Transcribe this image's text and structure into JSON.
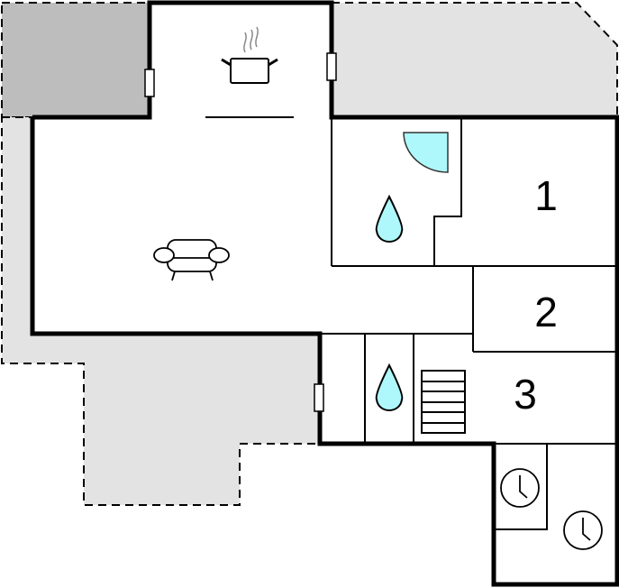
{
  "floorplan": {
    "rooms": [
      {
        "label": "1"
      },
      {
        "label": "2"
      },
      {
        "label": "3"
      }
    ],
    "icons": [
      "cooking-pot-icon",
      "armchair-icon",
      "shower-icon",
      "water-drop-icon",
      "water-drop-icon",
      "staircase-icon",
      "clock-icon",
      "clock-icon"
    ],
    "colors": {
      "terrace_dark": "#bdbdbd",
      "terrace_light": "#e3e3e3",
      "water": "#aef8fb",
      "wall": "#000000"
    }
  }
}
